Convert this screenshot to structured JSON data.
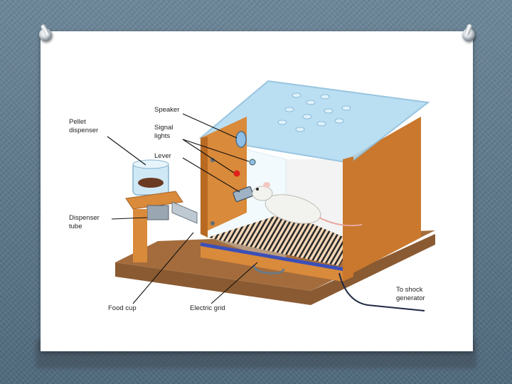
{
  "diagram": {
    "labels": {
      "speaker": "Speaker",
      "signal_lights_1": "Signal",
      "signal_lights_2": "lights",
      "lever": "Lever",
      "pellet_dispenser_1": "Pellet",
      "pellet_dispenser_2": "dispenser",
      "dispenser_tube_1": "Dispenser",
      "dispenser_tube_2": "tube",
      "food_cup": "Food cup",
      "electric_grid": "Electric grid",
      "shock_1": "To shock",
      "shock_2": "generator"
    },
    "colors": {
      "wood": "#d98a3a",
      "wood_dark": "#b86a22",
      "base": "#8a5a32",
      "glass": "#a9d3ec",
      "grid_bar": "#3c4fb8",
      "signal_red": "#e0201a"
    }
  }
}
